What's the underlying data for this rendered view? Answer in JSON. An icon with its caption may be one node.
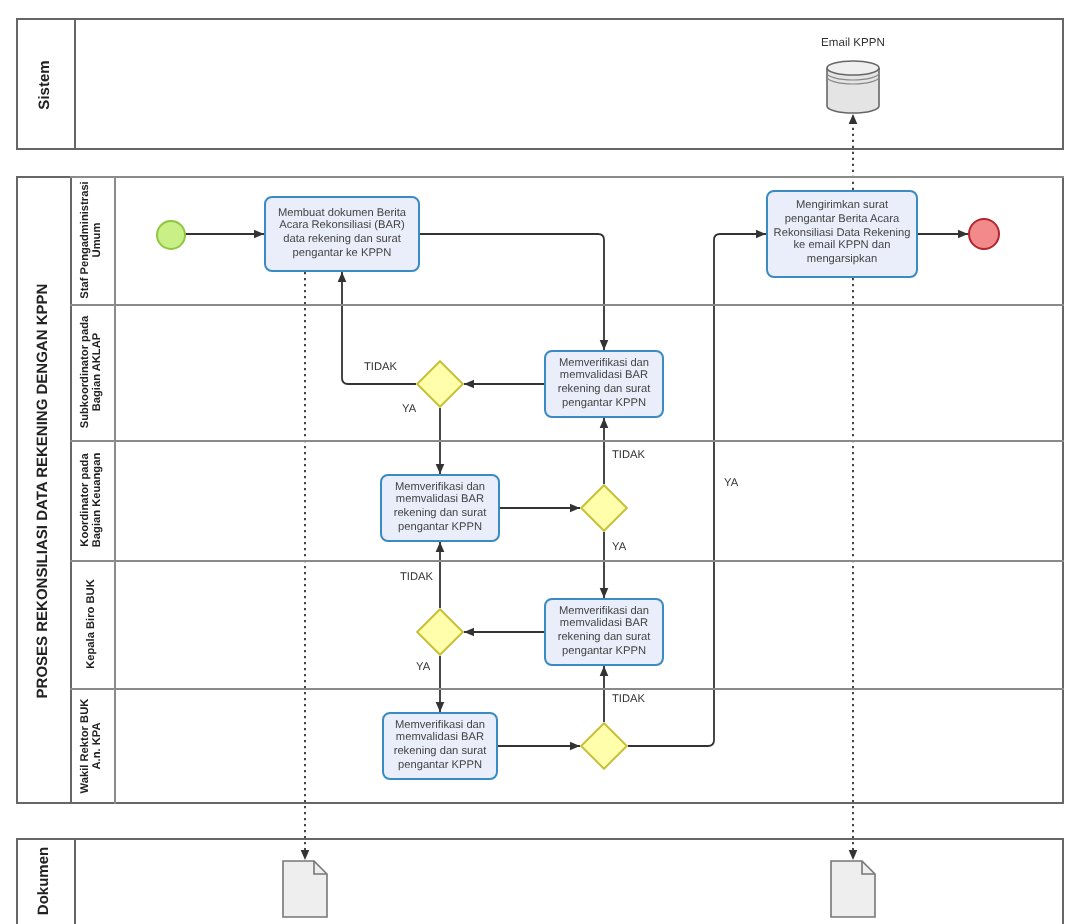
{
  "diagram": {
    "nodes": [
      {
        "text": [
          "Sistem"
        ]
      },
      {
        "text": [],
        "shape": "cylinder",
        "beside": [
          "Email KPPN"
        ],
        "in": 0
      },
      {
        "text": [
          "PROSES REKONSILIASI DATA REKENING DENGAN KPPN"
        ]
      },
      {
        "text": [
          "Staf Pengadministrasi Umum"
        ],
        "in": 2
      },
      {
        "text": [
          "Subkoordinator pada Bagian AKLAP"
        ],
        "in": 2
      },
      {
        "text": [
          "Koordinator pada Bagian Keuangan"
        ],
        "in": 2
      },
      {
        "text": [
          "Kepala Biro BUK"
        ],
        "in": 2
      },
      {
        "text": [
          "Wakil Rektor BUK A.n. KPA"
        ],
        "in": 2
      },
      {
        "text": [],
        "shape": "circle",
        "in": 3
      },
      {
        "text": [
          "Membuat dokumen Berita Acara Rekonsiliasi (BAR) data rekening dan surat pengantar ke KPPN"
        ],
        "in": 3
      },
      {
        "text": [
          "Mengirimkan surat pengantar Berita Acara Rekonsiliasi Data Rekening ke email KPPN dan mengarsipkan"
        ],
        "in": 3
      },
      {
        "text": [],
        "shape": "circle",
        "in": 3
      },
      {
        "text": [],
        "shape": "diamond",
        "in": 4
      },
      {
        "text": [
          "Memverifikasi dan memvalidasi BAR rekening dan surat pengantar KPPN"
        ],
        "in": 4
      },
      {
        "text": [
          "Memverifikasi dan memvalidasi BAR rekening dan surat pengantar KPPN"
        ],
        "in": 5
      },
      {
        "text": [],
        "shape": "diamond",
        "in": 5
      },
      {
        "text": [],
        "shape": "diamond",
        "in": 6
      },
      {
        "text": [
          "Memverifikasi dan memvalidasi BAR rekening dan surat pengantar KPPN"
        ],
        "in": 6
      },
      {
        "text": [
          "Memverifikasi dan memvalidasi BAR rekening dan surat pengantar KPPN"
        ],
        "in": 7
      },
      {
        "text": [],
        "shape": "diamond",
        "in": 7
      },
      {
        "text": [
          "Dokumen"
        ]
      },
      {
        "text": [],
        "shape": "document",
        "in": 20
      },
      {
        "text": [],
        "shape": "document",
        "in": 20
      }
    ],
    "edges": [
      {
        "from": 8,
        "to": 9,
        "arrow": "to"
      },
      {
        "from": 9,
        "to": 13,
        "arrow": "to"
      },
      {
        "from": 13,
        "to": 12,
        "arrow": "to"
      },
      {
        "from": 12,
        "to": 9,
        "arrow": "to",
        "label": "TIDAK"
      },
      {
        "from": 12,
        "to": 14,
        "arrow": "to",
        "label": "YA"
      },
      {
        "from": 14,
        "to": 15,
        "arrow": "to"
      },
      {
        "from": 15,
        "to": 13,
        "arrow": "to",
        "label": "TIDAK"
      },
      {
        "from": 15,
        "to": 17,
        "arrow": "to",
        "label": "YA"
      },
      {
        "from": 17,
        "to": 16,
        "arrow": "to"
      },
      {
        "from": 16,
        "to": 14,
        "arrow": "to",
        "label": "TIDAK"
      },
      {
        "from": 16,
        "to": 18,
        "arrow": "to",
        "label": "YA"
      },
      {
        "from": 18,
        "to": 19,
        "arrow": "to"
      },
      {
        "from": 19,
        "to": 17,
        "arrow": "to",
        "label": "TIDAK"
      },
      {
        "from": 19,
        "to": 10,
        "arrow": "to",
        "label": "YA"
      },
      {
        "from": 10,
        "to": 11,
        "arrow": "to"
      },
      {
        "from": 10,
        "to": 1,
        "arrow": "to",
        "style": "dashed"
      },
      {
        "from": 10,
        "to": 22,
        "arrow": "to",
        "style": "dashed"
      },
      {
        "from": 9,
        "to": 21,
        "arrow": "to",
        "style": "dashed"
      }
    ]
  }
}
